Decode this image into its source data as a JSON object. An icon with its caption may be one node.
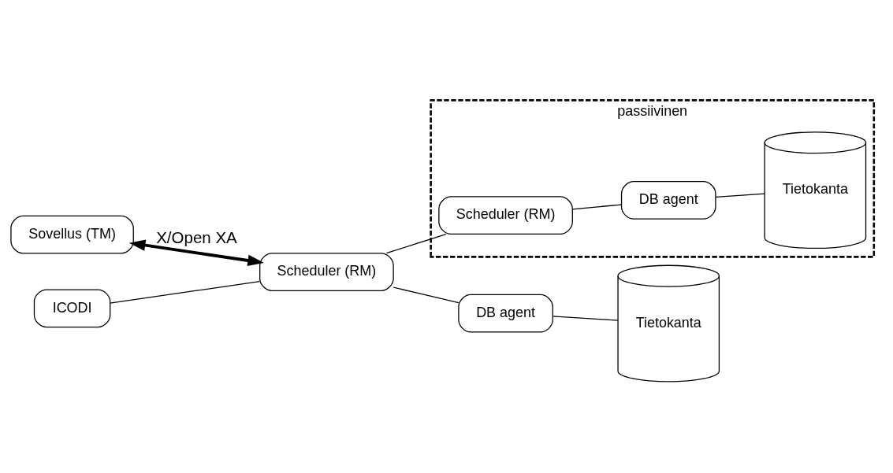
{
  "diagram": {
    "nodes": [
      {
        "text": [
          "Sovellus (TM)"
        ]
      },
      {
        "text": [
          "ICODI"
        ]
      },
      {
        "text": [
          "Scheduler (RM)"
        ]
      },
      {
        "text": [
          "DB agent"
        ]
      },
      {
        "text": [
          "Tietokanta"
        ]
      },
      {
        "text": [
          "passiivinen"
        ]
      },
      {
        "text": [
          "Scheduler (RM)"
        ],
        "in": 5
      },
      {
        "text": [
          "DB agent"
        ],
        "in": 5
      },
      {
        "text": [
          "Tietokanta"
        ],
        "in": 5
      }
    ],
    "edges": [
      {
        "from": 0,
        "to": 2,
        "arrow": "both",
        "label": "X/Open XA",
        "style": "thick"
      },
      {
        "from": 1,
        "to": 2,
        "arrow": "none"
      },
      {
        "from": 2,
        "to": 3,
        "arrow": "none"
      },
      {
        "from": 3,
        "to": 4,
        "arrow": "none"
      },
      {
        "from": 2,
        "to": 6,
        "arrow": "none"
      },
      {
        "from": 6,
        "to": 7,
        "arrow": "none"
      },
      {
        "from": 7,
        "to": 8,
        "arrow": "none"
      }
    ]
  }
}
